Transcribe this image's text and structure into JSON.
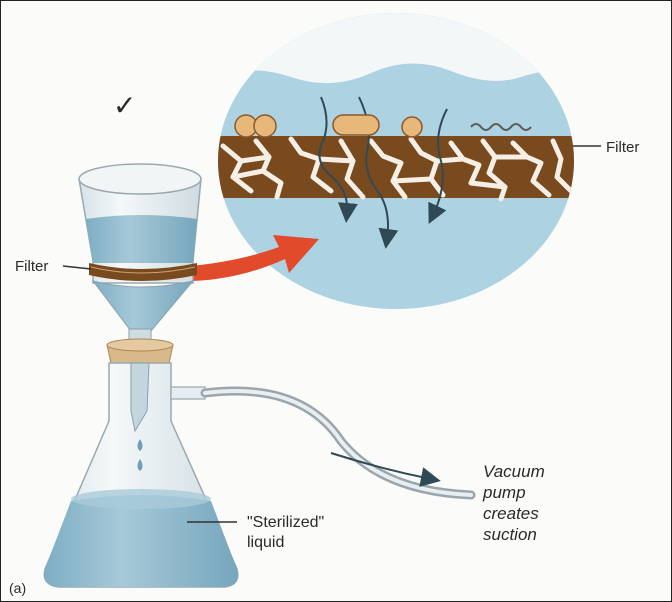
{
  "labels": {
    "filter_left": "Filter",
    "filter_right": "Filter",
    "check_mark": "✓",
    "sterilized_line1": "\"Sterilized\"",
    "sterilized_line2": "liquid",
    "vacuum_line1": "Vacuum",
    "vacuum_line2": "pump",
    "vacuum_line3": "creates",
    "vacuum_line4": "suction",
    "panel_letter": "(a)"
  },
  "colors": {
    "liquid": "#8fb8cc",
    "liquid_dark": "#6f9fb8",
    "circle_bg": "#a9cfe0",
    "filter_brown": "#7a4a1f",
    "cork": "#d9b98a",
    "arrow_red": "#e24a2c",
    "microbe": "#e8b77a",
    "glass": "#eef3f5"
  },
  "icons": {
    "check": "check-mark-icon",
    "magnify_arrow": "red-arrow-icon",
    "flow_arrow": "flow-arrow-icon",
    "suction_arrow": "suction-arrow-icon"
  }
}
